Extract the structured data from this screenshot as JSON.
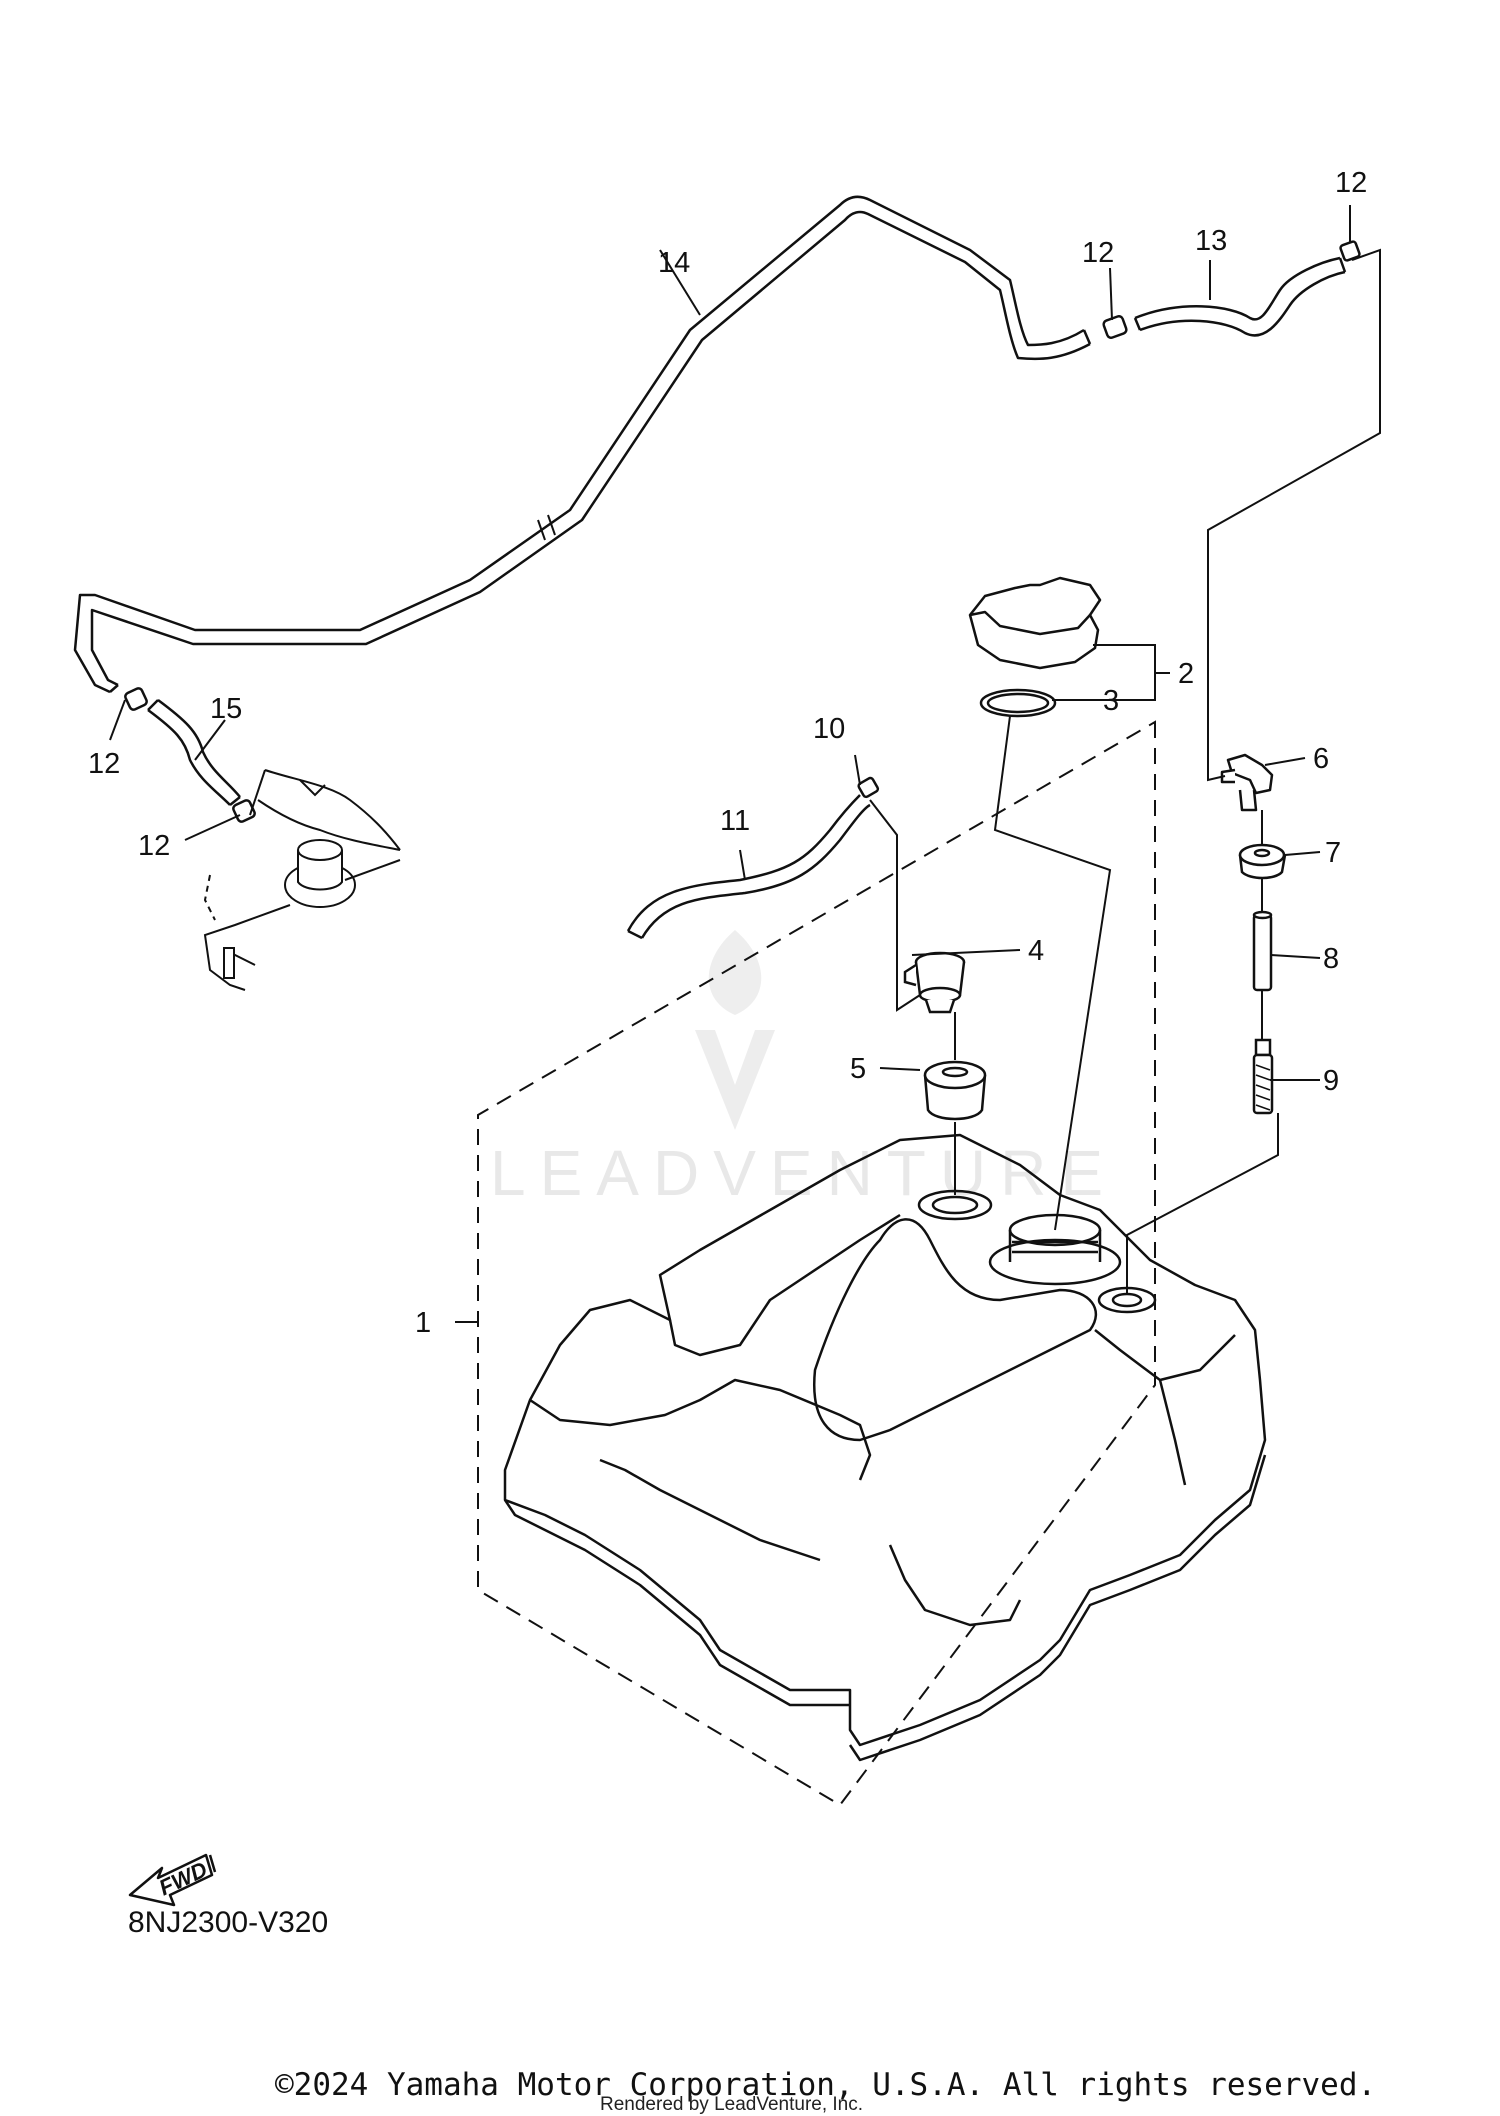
{
  "diagram": {
    "code": "8NJ2300-V320",
    "fwd_label": "FWD",
    "watermark": "LEADVENTURE",
    "callouts": {
      "c1": "1",
      "c2": "2",
      "c3": "3",
      "c4": "4",
      "c5": "5",
      "c6": "6",
      "c7": "7",
      "c8": "8",
      "c9": "9",
      "c10": "10",
      "c11": "11",
      "c12a": "12",
      "c12b": "12",
      "c12c": "12",
      "c12d": "12",
      "c13": "13",
      "c14": "14",
      "c15": "15"
    }
  },
  "footer": {
    "copyright": "©2024 Yamaha Motor Corporation, U.S.A. All rights reserved.",
    "rendered_by": "Rendered by LeadVenture, Inc."
  }
}
